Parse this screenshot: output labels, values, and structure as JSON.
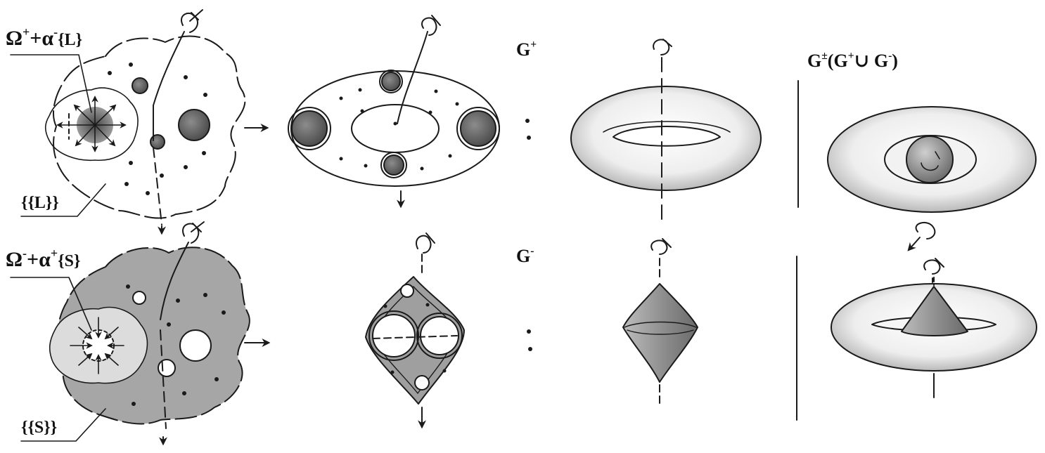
{
  "labels": {
    "omega_plus_text": "Ω",
    "omega_plus_sup": "+",
    "plus_alpha_text": "+α",
    "alpha_minus_sup": "-",
    "l_set": "{L}",
    "double_l": "{{L}}",
    "omega_minus_text": "Ω",
    "omega_minus_sup": "-",
    "plus_alpha2_text": "+α",
    "alpha_plus_sup": "+",
    "s_set": "{S}",
    "double_s": "{{S}}",
    "g_plus_text": "G",
    "g_plus_sup": "+",
    "g_minus_text": "G",
    "g_minus_sup": "-",
    "union_text_1": "G",
    "union_pm_sup": "±",
    "union_text_2": "(G",
    "union_plus_sup": "+",
    "union_text_3": "∪ G",
    "union_minus_sup": "-",
    "union_text_4": ")"
  },
  "colors": {
    "ink": "#1a1a1a",
    "shade_dark": "#6a6a6a",
    "shade_mid": "#9a9a9a",
    "shade_light": "#d6d6d6"
  }
}
